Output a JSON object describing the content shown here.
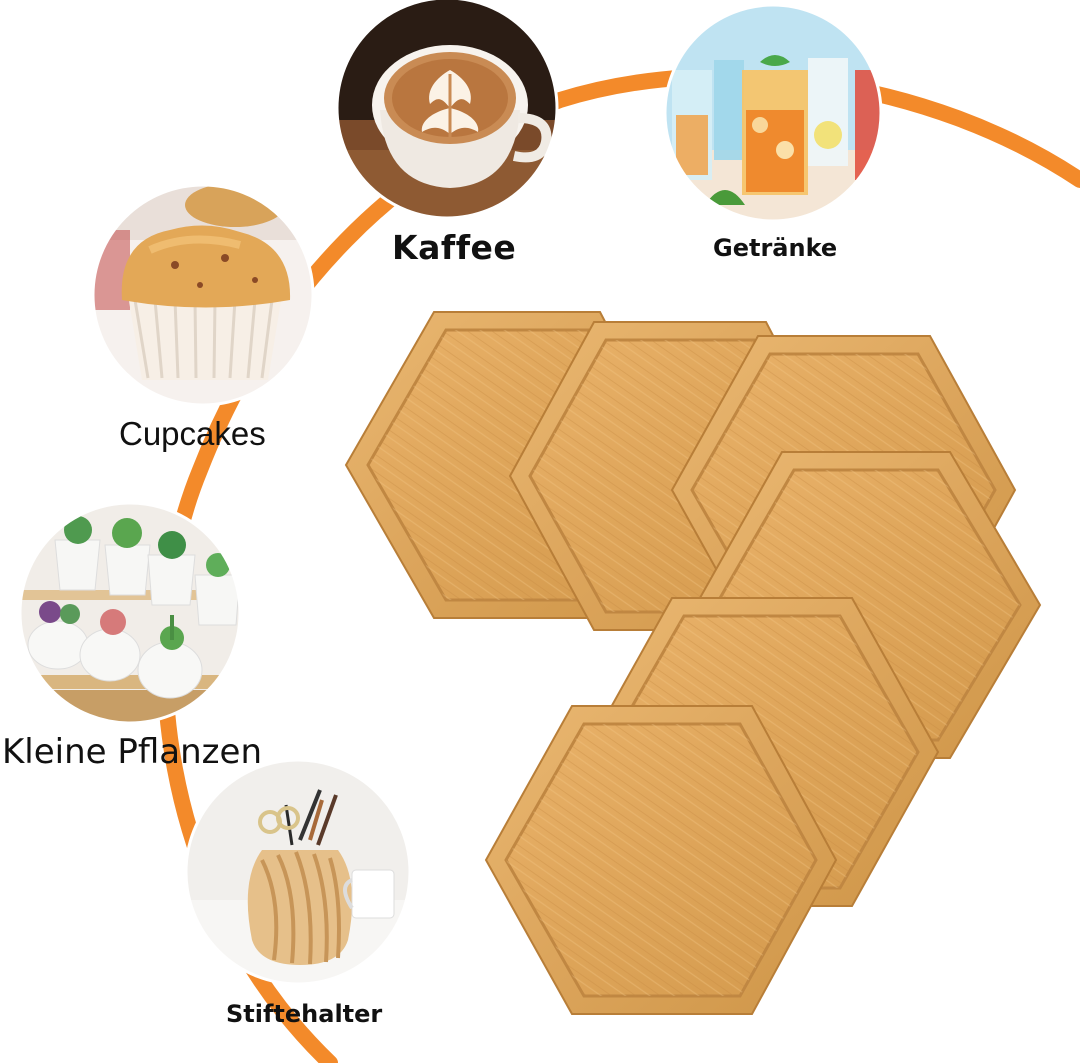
{
  "labels": {
    "kaffee": "Kaffee",
    "getraenke": "Getränke",
    "cupcakes": "Cupcakes",
    "pflanzen": "Kleine Pflanzen",
    "stiftehalter": "Stiftehalter"
  },
  "colors": {
    "arc": "#f38a2a",
    "bamboo_light": "#e7b36a",
    "bamboo_mid": "#d9a056",
    "bamboo_dark": "#c48a42",
    "background": "#ffffff"
  }
}
